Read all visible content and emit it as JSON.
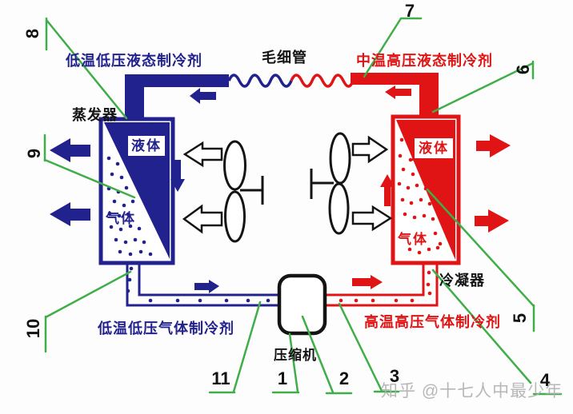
{
  "diagram": {
    "title_hint": "refrigeration-cycle-diagram",
    "labels": {
      "low_pressure_liquid": "低温低压液态制冷剂",
      "capillary": "毛细管",
      "high_pressure_liquid": "中温高压液态制冷剂",
      "evaporator": "蒸发器",
      "condenser": "冷凝器",
      "compressor": "压缩机",
      "low_pressure_gas": "低温低压气体制冷剂",
      "high_pressure_gas": "高温高压气体制冷剂",
      "evaporator_liquid": "液体",
      "evaporator_gas": "气体",
      "condenser_liquid": "液体",
      "condenser_gas": "气体"
    },
    "callouts": {
      "c1": "1",
      "c2": "2",
      "c3": "3",
      "c4": "4",
      "c5": "5",
      "c6": "6",
      "c7": "7",
      "c8": "8",
      "c9": "9",
      "c10": "10",
      "c11": "11"
    },
    "colors": {
      "cold_refrigerant_navy": "#22228e",
      "hot_refrigerant_red": "#e01414",
      "callout_line_green": "#3fae49",
      "component_outline_black": "#141414",
      "watermark_gray": "#afafaf"
    }
  },
  "watermark": "知乎 @十七人中最少年"
}
